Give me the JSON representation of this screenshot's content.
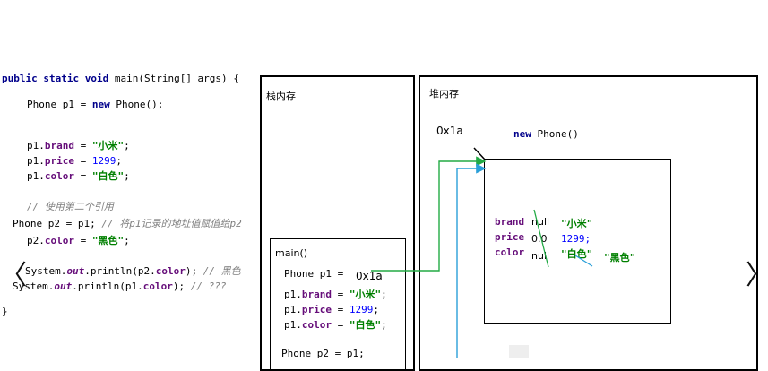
{
  "code": {
    "l1": [
      "public static void ",
      "main(String[] args) {"
    ],
    "l2": [
      "Phone p1 = ",
      "new",
      " Phone();"
    ],
    "l3": [
      "p1.",
      "brand",
      " = ",
      "\"小米\"",
      ";"
    ],
    "l4": [
      "p1.",
      "price",
      " = ",
      "1299",
      ";"
    ],
    "l5": [
      "p1.",
      "color",
      " = ",
      "\"白色\"",
      ";"
    ],
    "l6": "// 使用第二个引用",
    "l7": [
      "Phone p2 = p1; ",
      "// 将p1记录的地址值赋值给p2"
    ],
    "l8": [
      "p2.",
      "color",
      " = ",
      "\"黑色\"",
      ";"
    ],
    "l9": [
      "System.",
      "out",
      ".println(p2.",
      "color",
      "); ",
      "// 黑色"
    ],
    "l10": [
      "System.",
      "out",
      ".println(p1.",
      "color",
      "); ",
      "// ???"
    ],
    "l11": "}"
  },
  "stack": {
    "title": "栈内存",
    "frame": "main()",
    "p1_decl": "Phone p1 =",
    "p1_addr": "0x1a",
    "s1": [
      "p1.",
      "brand",
      " = ",
      "\"小米\"",
      ";"
    ],
    "s2": [
      "p1.",
      "price",
      " = ",
      "1299",
      ";"
    ],
    "s3": [
      "p1.",
      "color",
      " = ",
      "\"白色\"",
      ";"
    ],
    "s4": "Phone p2 = p1;"
  },
  "heap": {
    "title": "堆内存",
    "addr": "0x1a",
    "new_kw": "new",
    "new_rest": " Phone()",
    "fields": [
      "brand",
      "price",
      "color"
    ],
    "defaults": [
      "null",
      "0.0",
      "null"
    ],
    "values": [
      "\"小米\"",
      "1299;",
      "\"白色\""
    ],
    "new_color": "\"黑色\""
  },
  "nav": {
    "prev": "〈",
    "next": "〉"
  },
  "colors": {
    "green_arrow": "#22aa44",
    "blue_arrow": "#2a9fd8"
  }
}
